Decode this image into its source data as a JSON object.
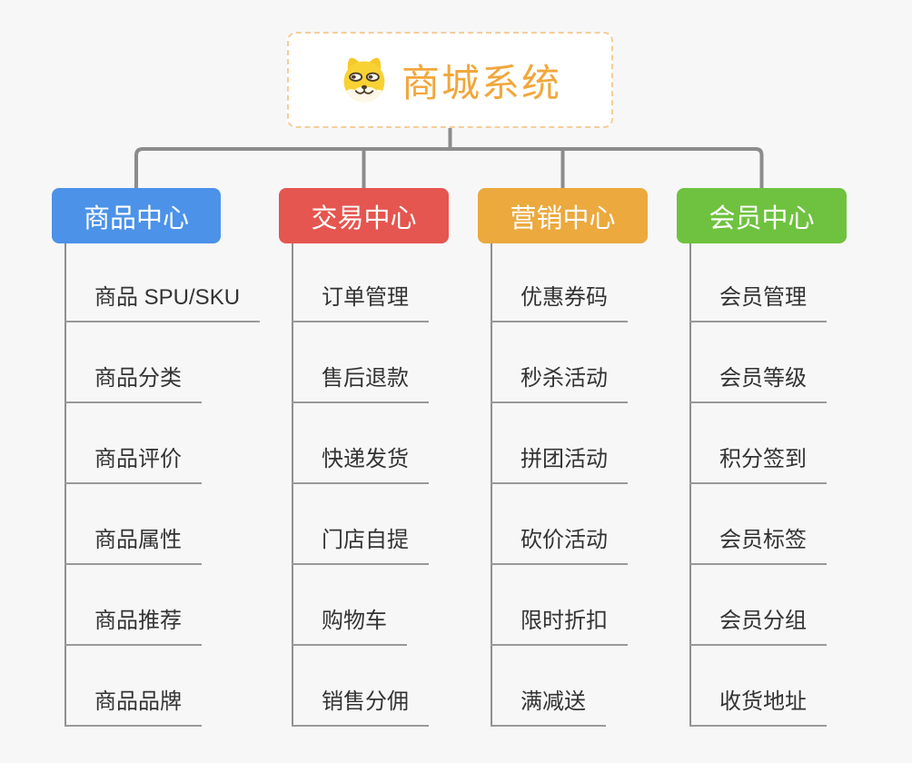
{
  "root": {
    "title": "商城系统",
    "logo": "dog-face-logo",
    "title_color": "#F1A73C",
    "border_color": "#F5CD9A"
  },
  "colors": {
    "background": "#F7F7F7",
    "connector": "#8C8C8C",
    "trunk_line": "#8F8F8F",
    "item_underline": "#999999",
    "item_text": "#333333"
  },
  "branches": [
    {
      "label": "商品中心",
      "color": "#4B92E8",
      "items": [
        "商品 SPU/SKU",
        "商品分类",
        "商品评价",
        "商品属性",
        "商品推荐",
        "商品品牌"
      ]
    },
    {
      "label": "交易中心",
      "color": "#E4564F",
      "items": [
        "订单管理",
        "售后退款",
        "快递发货",
        "门店自提",
        "购物车",
        "销售分佣"
      ]
    },
    {
      "label": "营销中心",
      "color": "#EBA93E",
      "items": [
        "优惠券码",
        "秒杀活动",
        "拼团活动",
        "砍价活动",
        "限时折扣",
        "满减送"
      ]
    },
    {
      "label": "会员中心",
      "color": "#6FC23F",
      "items": [
        "会员管理",
        "会员等级",
        "积分签到",
        "会员标签",
        "会员分组",
        "收货地址"
      ]
    }
  ]
}
